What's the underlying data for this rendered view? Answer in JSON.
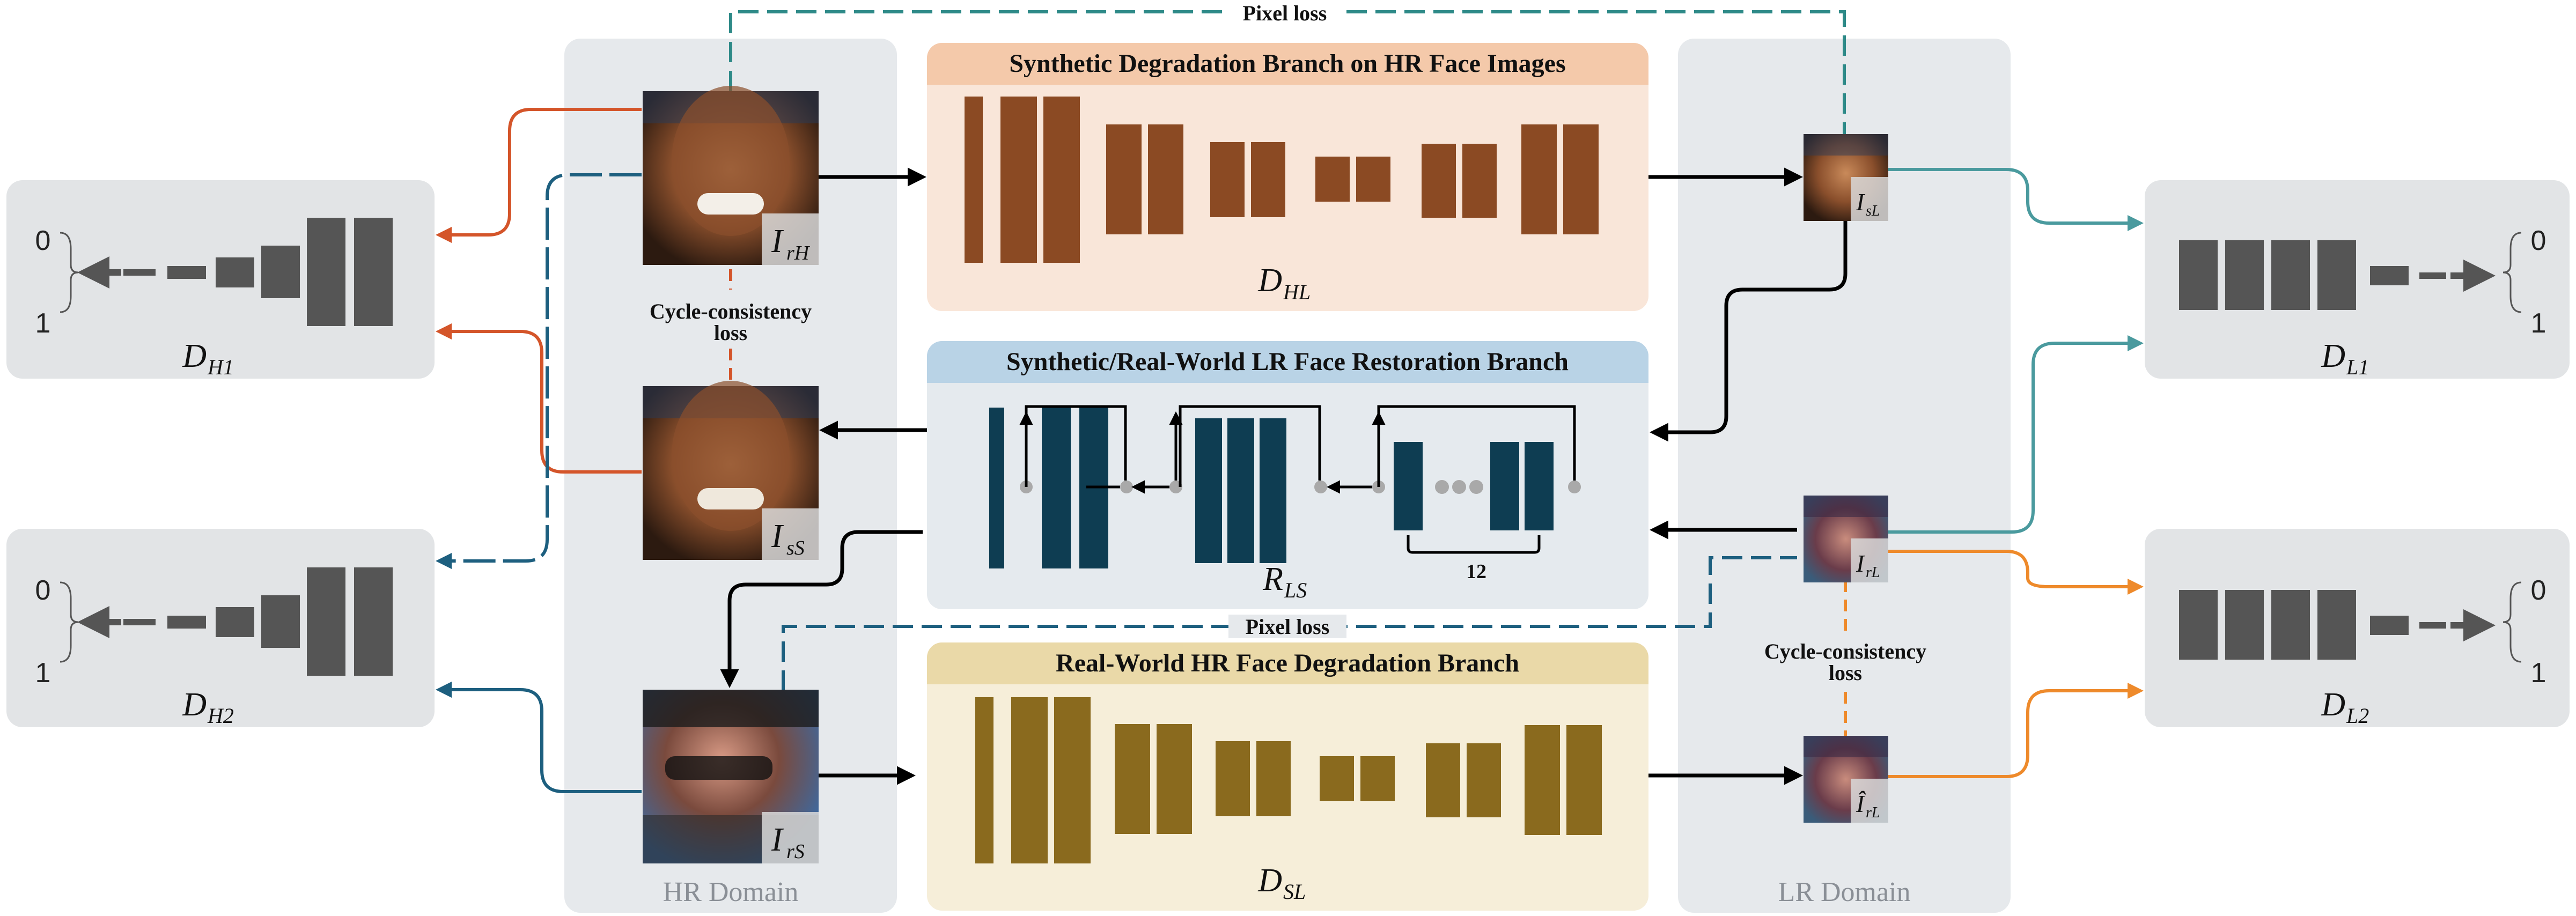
{
  "domains": {
    "hr_label": "HR Domain",
    "lr_label": "LR Domain"
  },
  "branches": {
    "synthetic_degradation": {
      "title": "Synthetic Degradation Branch on HR Face Images",
      "net": "D",
      "net_sub": "HL"
    },
    "restoration": {
      "title": "Synthetic/Real-World LR Face Restoration Branch",
      "net": "R",
      "net_sub": "LS",
      "repeat_count": "12"
    },
    "real_degradation": {
      "title": "Real-World HR Face Degradation Branch",
      "net": "D",
      "net_sub": "SL"
    }
  },
  "discriminators": {
    "dh1": {
      "name": "D",
      "sub": "H1",
      "tick_top": "0",
      "tick_bottom": "1"
    },
    "dh2": {
      "name": "D",
      "sub": "H2",
      "tick_top": "0",
      "tick_bottom": "1"
    },
    "dl1": {
      "name": "D",
      "sub": "L1",
      "tick_top": "0",
      "tick_bottom": "1"
    },
    "dl2": {
      "name": "D",
      "sub": "L2",
      "tick_top": "0",
      "tick_bottom": "1"
    }
  },
  "images": {
    "i_rh": {
      "name": "I",
      "sub": "rH"
    },
    "i_ss": {
      "name": "I",
      "sub": "sS"
    },
    "i_rs": {
      "name": "I",
      "sub": "rS"
    },
    "i_sl": {
      "name": "I",
      "sub": "sL"
    },
    "i_rl": {
      "name": "I",
      "sub": "rL"
    },
    "i_rl_hat": {
      "name": "Î",
      "sub": "rL"
    }
  },
  "losses": {
    "pixel_loss_top": "Pixel loss",
    "pixel_loss_mid": "Pixel loss",
    "cycle_left_line1": "Cycle-consistency",
    "cycle_left_line2": "loss",
    "cycle_right_line1": "Cycle-consistency",
    "cycle_right_line2": "loss"
  },
  "colors": {
    "degradation_synthetic_bg": "#f9e6d9",
    "degradation_synthetic_header": "#f4c9aa",
    "degradation_synthetic_blocks": "#8b4a23",
    "restoration_bg": "#e5eaee",
    "restoration_header": "#b9d3e6",
    "restoration_blocks": "#0e3d52",
    "real_degradation_bg": "#f6eed9",
    "real_degradation_header": "#ead9a8",
    "real_degradation_blocks": "#8a6a1e",
    "discriminator_blocks": "#555555",
    "arrow_red": "#d4552a",
    "arrow_teal_dark": "#1d5f7f",
    "arrow_teal_light": "#4a9a9e",
    "arrow_orange": "#ee8a2b"
  }
}
